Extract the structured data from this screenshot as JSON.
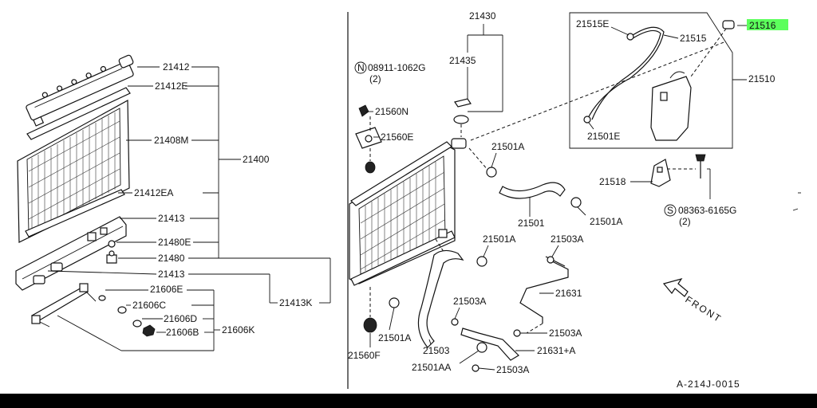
{
  "highlight_color": "#5cff5c",
  "labels": {
    "p21412": "21412",
    "p21412E": "21412E",
    "p21408M": "21408M",
    "p21400": "21400",
    "p21412EA": "21412EA",
    "p21413a": "21413",
    "p21480E": "21480E",
    "p21480": "21480",
    "p21413b": "21413",
    "p21413K": "21413K",
    "p21606E": "21606E",
    "p21606C": "21606C",
    "p21606D": "21606D",
    "p21606B": "21606B",
    "p21606K": "21606K",
    "n08911": "08911-1062G",
    "n08911qty": "(2)",
    "p21560N": "21560N",
    "p21560E": "21560E",
    "p21560F": "21560F",
    "p21430": "21430",
    "p21435": "21435",
    "p21515E": "21515E",
    "p21515": "21515",
    "p21516": "21516",
    "p21510": "21510",
    "p21501E": "21501E",
    "p21501A_1": "21501A",
    "p21501": "21501",
    "p21501A_2": "21501A",
    "p21518": "21518",
    "s08363": "08363-6165G",
    "s08363qty": "(2)",
    "p21501A_3": "21501A",
    "p21503A_1": "21503A",
    "p21631": "21631",
    "p21503A_2": "21503A",
    "p21501A_4": "21501A",
    "p21503A_3": "21503A",
    "p21503": "21503",
    "p21631A": "21631+A",
    "p21501AA": "21501AA",
    "p21503A_4": "21503A",
    "front": "FRONT",
    "ref": "A-214J-0015",
    "circleN": "N",
    "circleS": "S"
  }
}
